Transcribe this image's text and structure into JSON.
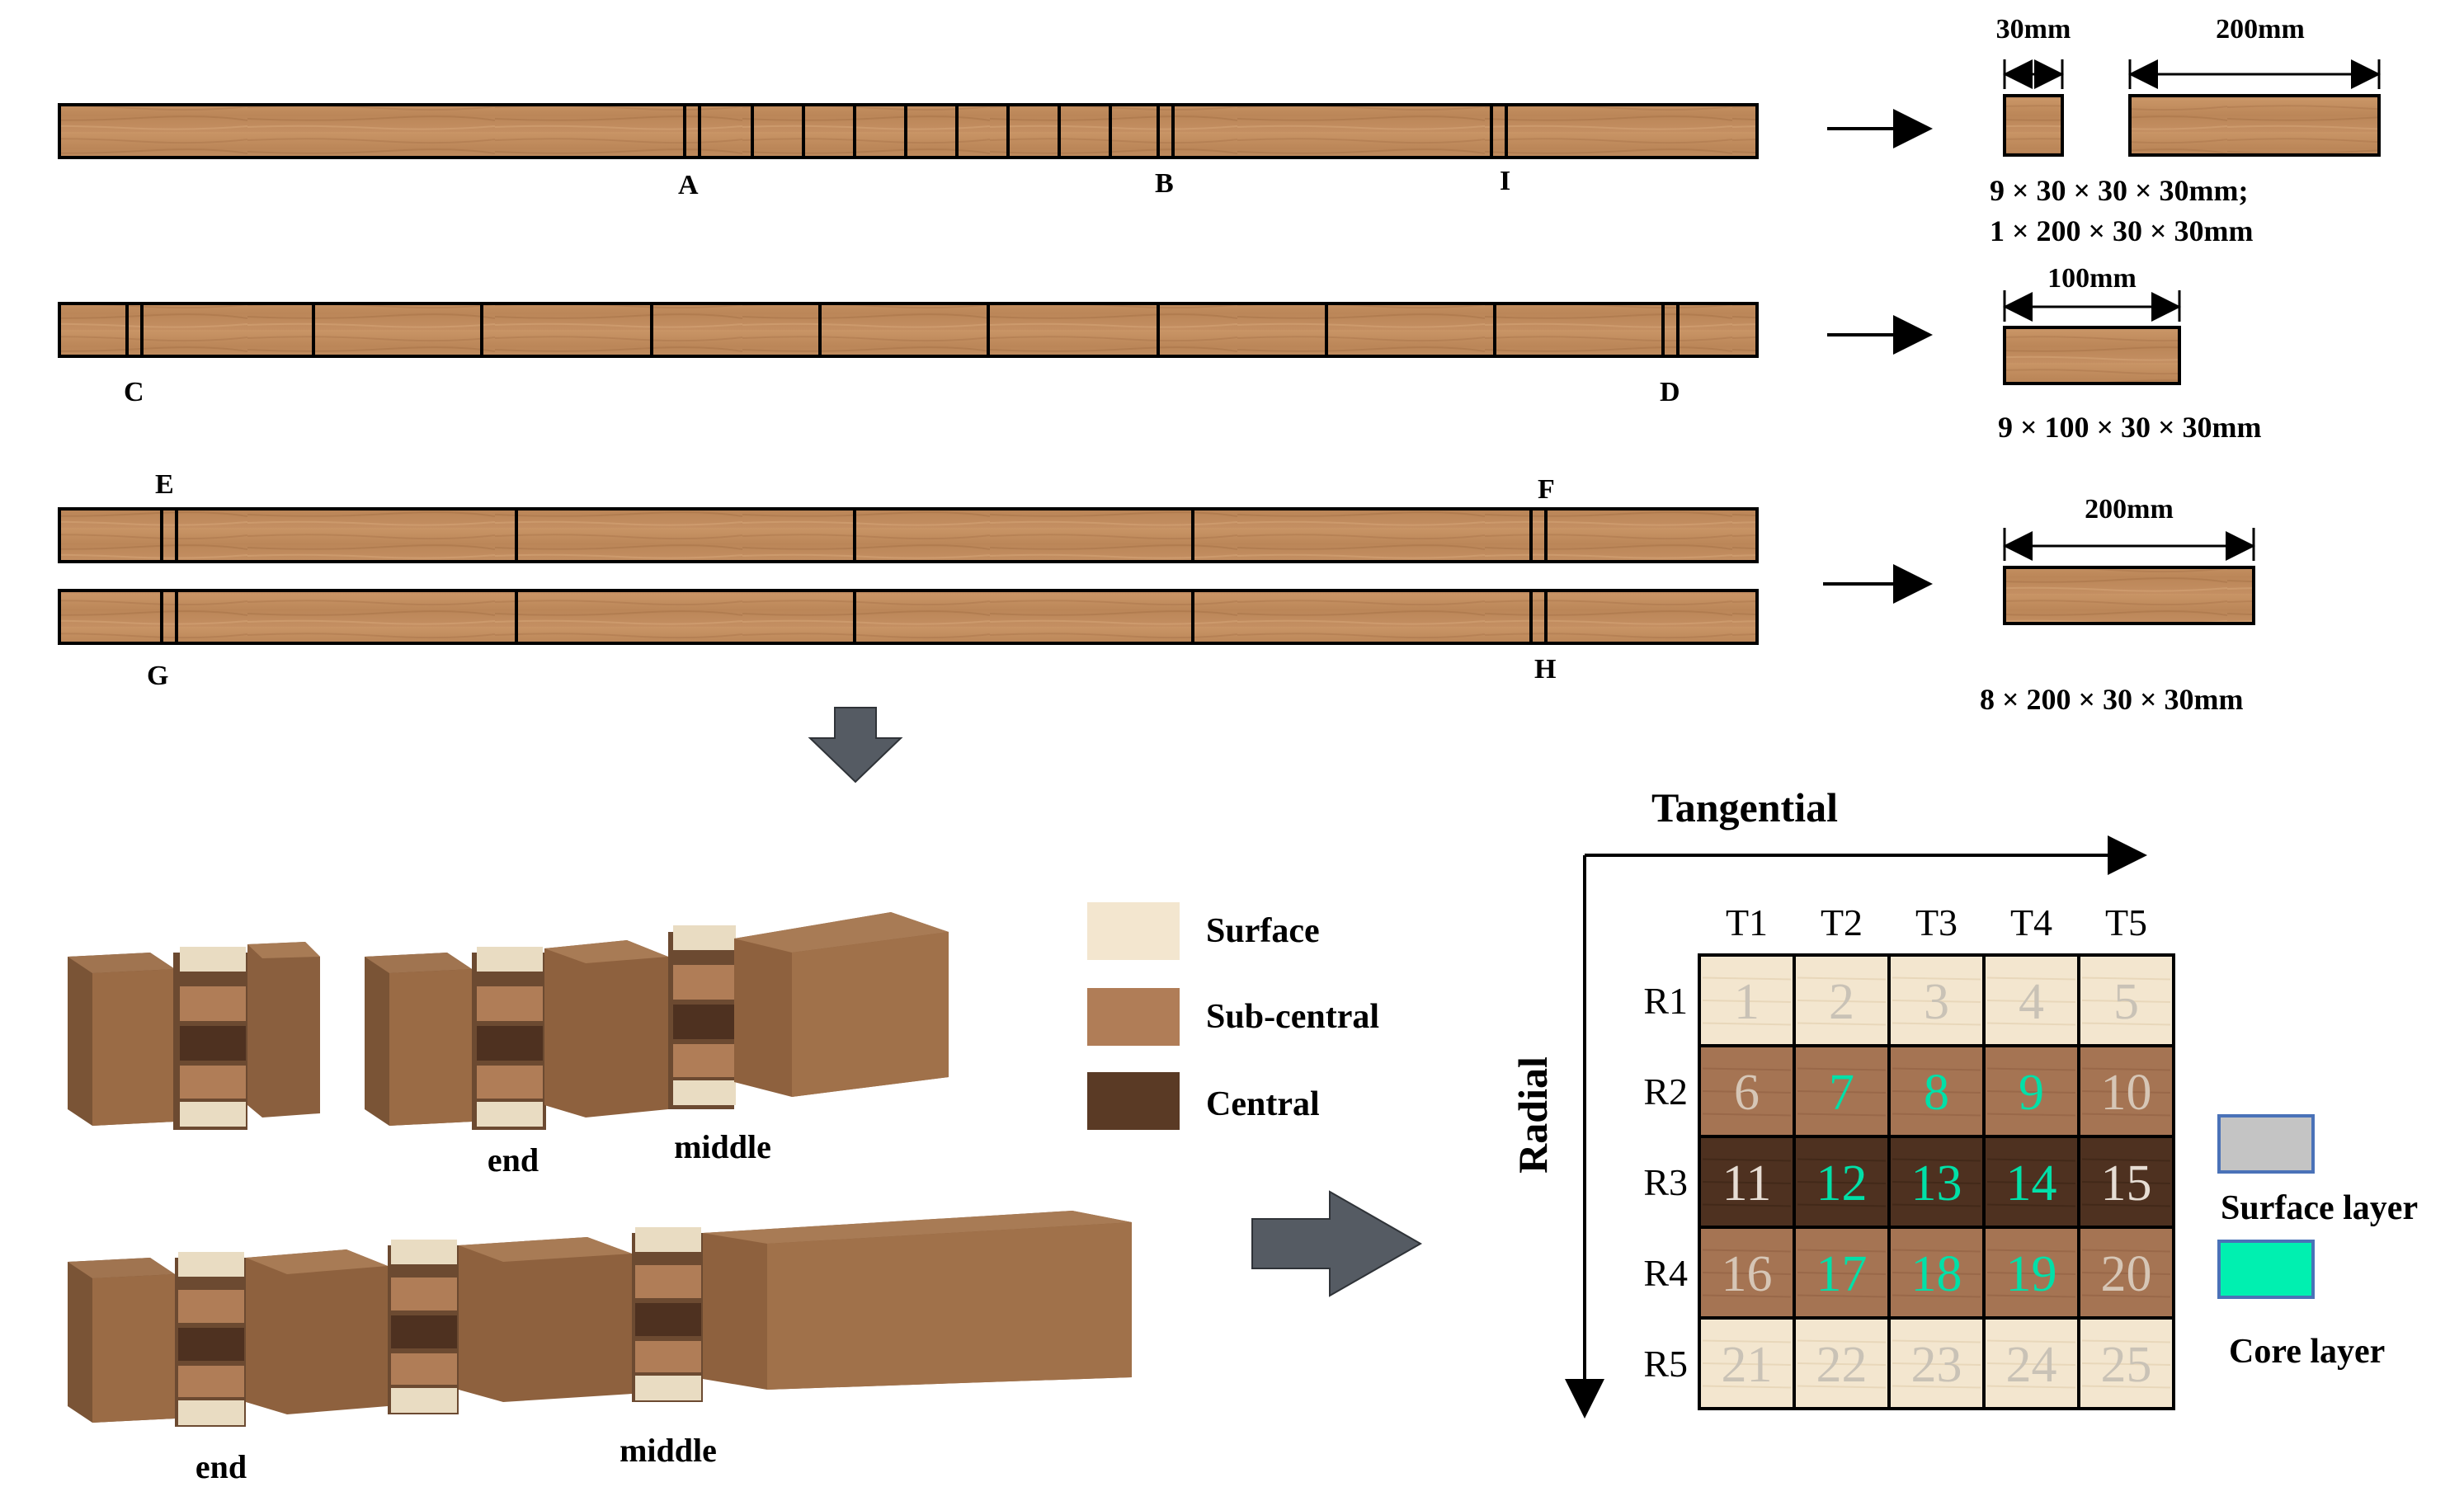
{
  "colors": {
    "wood": "#c08a5c",
    "wood_light": "#d4a57a",
    "surface": "#f3e6cf",
    "sub_central": "#b07d57",
    "central": "#5a3a25",
    "core_text": "#00e0a8",
    "surface_text": "#c9c2b6",
    "surface_layer_swatch": "#c4c4c4",
    "core_layer_swatch": "#00f0b0",
    "arrow_fill": "#555b63"
  },
  "cut_markers": {
    "A": "A",
    "B": "B",
    "I": "I",
    "C": "C",
    "D": "D",
    "E": "E",
    "F": "F",
    "G": "G",
    "H": "H"
  },
  "specimens": {
    "dim_30": "30mm",
    "dim_200_top": "200mm",
    "spec_line1": "9 × 30 × 30 × 30mm;",
    "spec_line2": "1 × 200 × 30 × 30mm",
    "dim_100": "100mm",
    "spec_100": "9 × 100 × 30 × 30mm",
    "dim_200_bottom": "200mm",
    "spec_200": "8 × 200 × 30 × 30mm"
  },
  "block_labels": {
    "end_top": "end",
    "middle_top": "middle",
    "end_bottom": "end",
    "middle_bottom": "middle"
  },
  "legend": {
    "surface": "Surface",
    "sub_central": "Sub-central",
    "central": "Central"
  },
  "grid": {
    "tangential_label": "Tangential",
    "radial_label": "Radial",
    "columns": [
      "T1",
      "T2",
      "T3",
      "T4",
      "T5"
    ],
    "rows": [
      "R1",
      "R2",
      "R3",
      "R4",
      "R5"
    ],
    "cells": [
      [
        "1",
        "2",
        "3",
        "4",
        "5"
      ],
      [
        "6",
        "7",
        "8",
        "9",
        "10"
      ],
      [
        "11",
        "12",
        "13",
        "14",
        "15"
      ],
      [
        "16",
        "17",
        "18",
        "19",
        "20"
      ],
      [
        "21",
        "22",
        "23",
        "24",
        "25"
      ]
    ],
    "row_zones": [
      "surface",
      "sub_central",
      "central",
      "sub_central",
      "surface"
    ],
    "core_cells": [
      "7",
      "8",
      "9",
      "12",
      "13",
      "14",
      "17",
      "18",
      "19"
    ]
  },
  "layer_legend": {
    "surface_layer": "Surface layer",
    "core_layer": "Core layer"
  }
}
